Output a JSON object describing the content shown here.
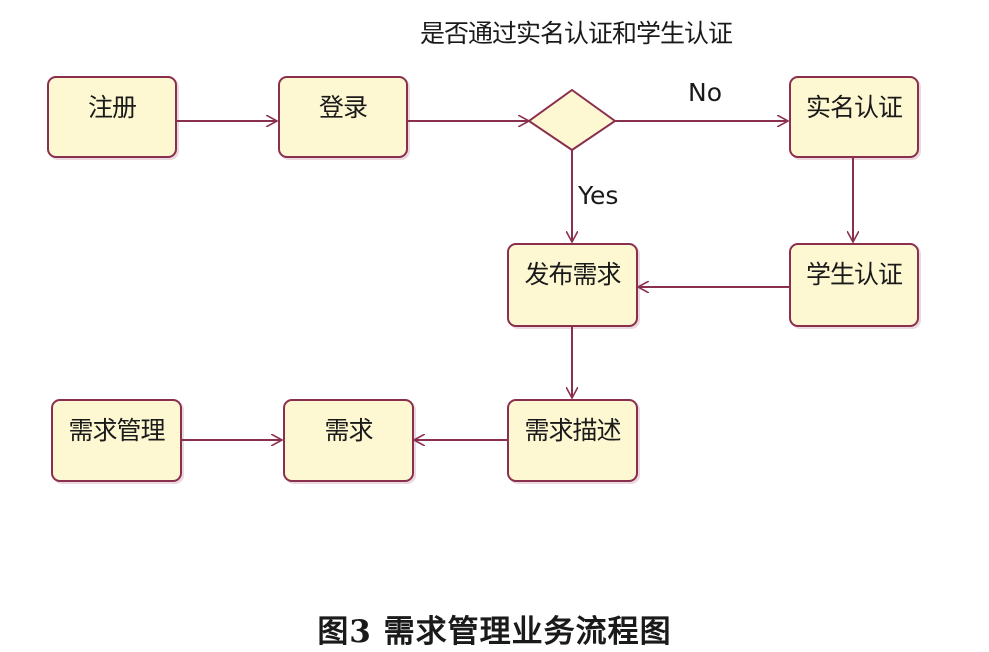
{
  "decision_question": "是否通过实名认证和学生认证",
  "branch_labels": {
    "no": "No",
    "yes": "Yes"
  },
  "nodes": {
    "register": "注册",
    "login": "登录",
    "real_name_auth": "实名认证",
    "student_auth": "学生认证",
    "publish_demand": "发布需求",
    "demand_description": "需求描述",
    "demand": "需求",
    "demand_management": "需求管理"
  },
  "caption": "图3   需求管理业务流程图",
  "colors": {
    "node_fill": "#fdf8d2",
    "line": "#8a2f4d"
  }
}
